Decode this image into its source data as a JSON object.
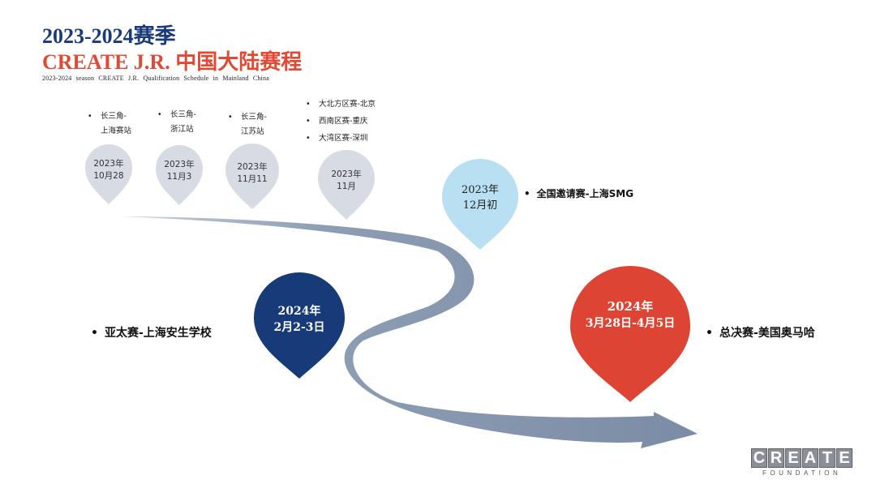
{
  "header": {
    "title_line1": "2023-2024赛季",
    "title_line2": "CREATE J.R. 中国大陆赛程",
    "subtitle": "2023-2024 season CREATE J.R. Qualification Schedule in Mainland China"
  },
  "colors": {
    "gray_pin": "#d7dbe3",
    "light_blue_pin": "#b9e0f2",
    "navy_pin": "#173a78",
    "red_pin": "#de4433",
    "path": "#8a9ab0"
  },
  "milestones": [
    {
      "id": "yrd-shanghai",
      "date_line1": "2023年",
      "date_line2": "10月28",
      "labels": [
        "长三角-",
        "上海赛站"
      ]
    },
    {
      "id": "yrd-zhejiang",
      "date_line1": "2023年",
      "date_line2": "11月3",
      "labels": [
        "长三角-",
        "浙江站"
      ]
    },
    {
      "id": "yrd-jiangsu",
      "date_line1": "2023年",
      "date_line2": "11月11",
      "labels": [
        "长三角-",
        "江苏站"
      ]
    },
    {
      "id": "regionals",
      "date_line1": "2023年",
      "date_line2": "11月",
      "items": [
        "大北方区赛-北京",
        "西南区赛-重庆",
        "大湾区赛-深圳"
      ]
    },
    {
      "id": "invitational",
      "date_line1": "2023年",
      "date_line2": "12月初",
      "label": "全国邀请赛-上海SMG"
    },
    {
      "id": "asia-pacific",
      "date_line1": "2024年",
      "date_line2": "2月2-3日",
      "label": "亚太赛-上海安生学校"
    },
    {
      "id": "finals",
      "date_line1": "2024年",
      "date_line2": "3月28日-4月5日",
      "label": "总决赛-美国奥马哈"
    }
  ],
  "logo": {
    "letters": [
      "C",
      "R",
      "E",
      "A",
      "T",
      "E"
    ],
    "sub": "FOUNDATION",
    "icon": "create-foundation-logo"
  }
}
